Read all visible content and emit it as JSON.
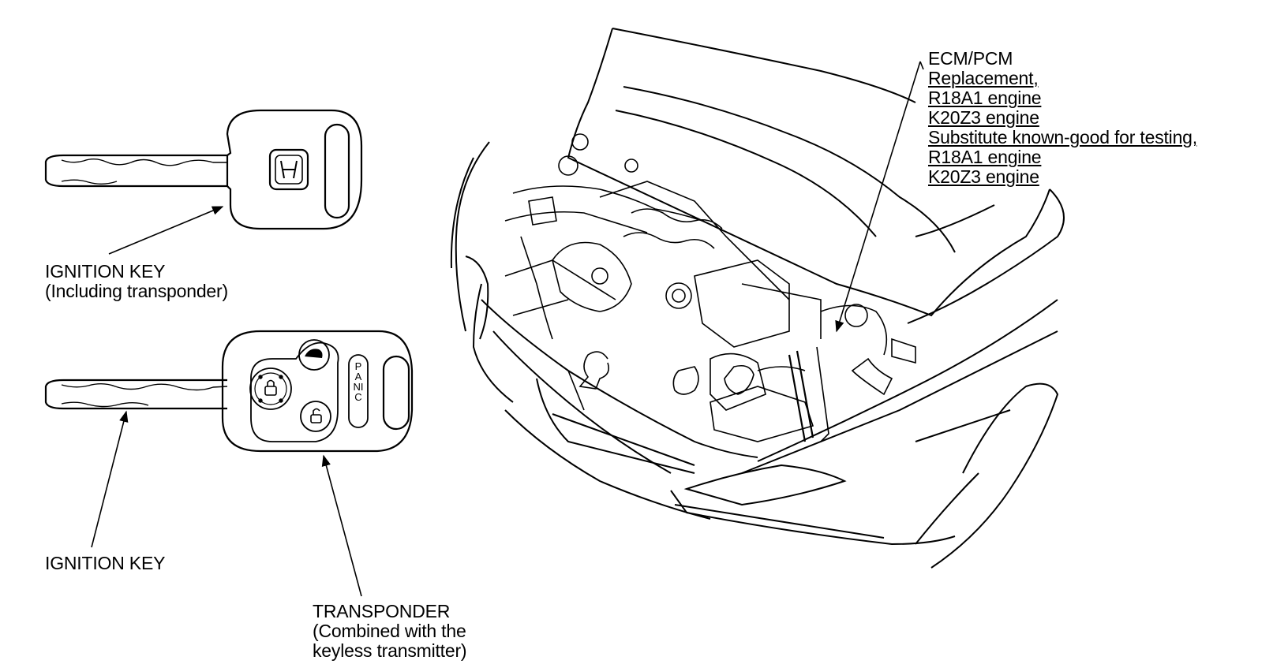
{
  "labels": {
    "ignition_key_top": {
      "line1": "IGNITION KEY",
      "line2": "(Including transponder)"
    },
    "ignition_key_bottom": {
      "line1": "IGNITION KEY"
    },
    "transponder": {
      "line1": "TRANSPONDER",
      "line2": "(Combined with the",
      "line3": "keyless transmitter)"
    },
    "ecm_pcm": {
      "title": "ECM/PCM",
      "lines": [
        "Replacement,",
        "R18A1 engine",
        "K20Z3 engine",
        "Substitute known-good for testing,",
        "R18A1 engine",
        "K20Z3 engine"
      ]
    },
    "panic_button": "PANIC"
  },
  "colors": {
    "line": "#000000",
    "background": "#ffffff"
  }
}
